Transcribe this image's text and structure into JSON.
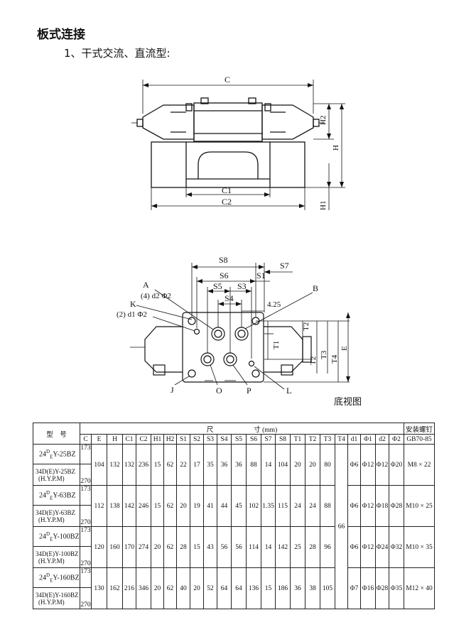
{
  "page": {
    "heading": "板式连接",
    "subheading": "1、干式交流、直流型:",
    "bottom_view_caption": "底视图"
  },
  "top_view": {
    "dim_labels": {
      "c": "C",
      "c1": "C1",
      "c2": "C2",
      "h": "H",
      "h1": "H1",
      "h2": "H2"
    }
  },
  "bottom_view": {
    "dim_labels": {
      "s8": "S8",
      "s7": "S7",
      "s6": "S6",
      "s1": "S1",
      "s5": "S5",
      "s3": "S3",
      "s4": "S4",
      "a": "A",
      "b": "B",
      "k": "K",
      "d2": "(4) d2 Φ2",
      "d1": "(2) d1 Φ2",
      "v425": "4.25",
      "t1": "T1",
      "t2": "T2",
      "t3": "T3",
      "t4": "T4",
      "e": "E",
      "j": "J",
      "o": "O",
      "p": "P",
      "l": "L"
    }
  },
  "table": {
    "col_model": "型　号",
    "dim_group": "尺　　　　　　寸 (mm)",
    "mount_group": "安装螺钉",
    "columns": [
      "C",
      "E",
      "H",
      "C1",
      "C2",
      "H1",
      "H2",
      "S1",
      "S2",
      "S3",
      "S4",
      "S5",
      "S6",
      "S7",
      "S8",
      "T1",
      "T2",
      "T3",
      "T4",
      "d1",
      "Φ1",
      "d2",
      "Φ2",
      "GB70-85"
    ],
    "t4_shared": "66",
    "groups": [
      {
        "model_a": {
          "pre": "24",
          "d": "D",
          "e": "E",
          "post": "Y-25BZ"
        },
        "model_b1": "34D(E)Y-25BZ",
        "model_b2": "(H.Y.P.M)",
        "c_a": "173",
        "c_b": "270",
        "vals": [
          "104",
          "132",
          "132",
          "236",
          "15",
          "62",
          "22",
          "17",
          "35",
          "36",
          "36",
          "88",
          "14",
          "104",
          "20",
          "20",
          "80",
          "Φ6",
          "Φ12",
          "Φ12",
          "Φ20",
          "M8 × 22"
        ]
      },
      {
        "model_a": {
          "pre": "24",
          "d": "D",
          "e": "E",
          "post": "Y-63BZ"
        },
        "model_b1": "34D(E)Y-63BZ",
        "model_b2": "(H.Y.P.M)",
        "c_a": "173",
        "c_b": "270",
        "vals": [
          "112",
          "138",
          "142",
          "246",
          "15",
          "62",
          "20",
          "19",
          "41",
          "44",
          "45",
          "102",
          "1.35",
          "115",
          "24",
          "24",
          "88",
          "Φ6",
          "Φ12",
          "Φ18",
          "Φ28",
          "M10 × 25"
        ]
      },
      {
        "model_a": {
          "pre": "24",
          "d": "D",
          "e": "E",
          "post": "Y-100BZ"
        },
        "model_b1": "34D(E)Y-100BZ",
        "model_b2": "(H.Y.P.M)",
        "c_a": "173",
        "c_b": "270",
        "vals": [
          "120",
          "160",
          "170",
          "274",
          "20",
          "62",
          "28",
          "15",
          "43",
          "56",
          "56",
          "114",
          "14",
          "142",
          "25",
          "28",
          "96",
          "Φ6",
          "Φ12",
          "Φ24",
          "Φ32",
          "M10 × 35"
        ]
      },
      {
        "model_a": {
          "pre": "24",
          "d": "D",
          "e": "E",
          "post": "Y-160BZ"
        },
        "model_b1": "34D(E)Y-160BZ",
        "model_b2": "(H.Y.P.M)",
        "c_a": "173",
        "c_b": "270",
        "vals": [
          "130",
          "162",
          "216",
          "346",
          "20",
          "62",
          "40",
          "20",
          "52",
          "64",
          "64",
          "136",
          "15",
          "186",
          "36",
          "38",
          "105",
          "Φ7",
          "Φ16",
          "Φ28",
          "Φ35",
          "M12 × 40"
        ]
      }
    ]
  }
}
